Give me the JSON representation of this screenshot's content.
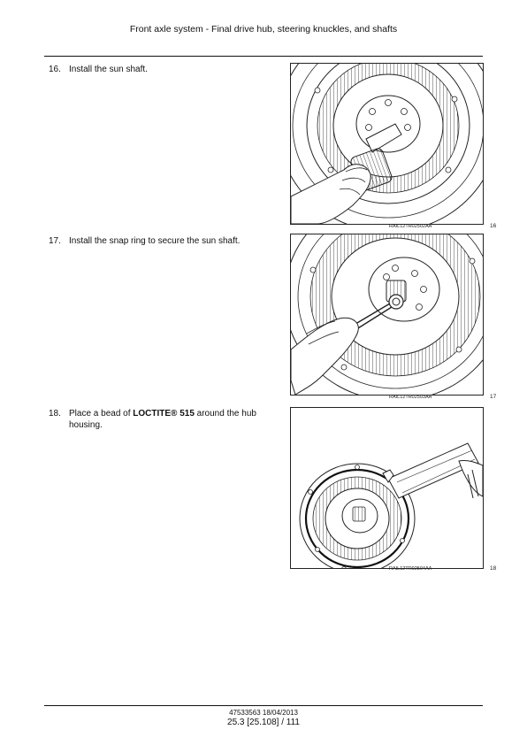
{
  "header": {
    "title": "Front axle system - Final drive hub, steering knuckles, and shafts"
  },
  "steps": [
    {
      "number": "16.",
      "text": "Install the sun shaft."
    },
    {
      "number": "17.",
      "text": "Install the snap ring to secure the sun shaft."
    },
    {
      "number": "18.",
      "text_before": "Place a bead of ",
      "product": "LOCTITE® 515",
      "text_after": " around the hub housing."
    }
  ],
  "figures": [
    {
      "code": "RAIL12TR02502AA",
      "number": "16"
    },
    {
      "code": "RAIL12TR02503AA",
      "number": "17"
    },
    {
      "code": "RAIL12TR02504AA",
      "number": "18"
    }
  ],
  "footer": {
    "doc": "47533563 18/04/2013",
    "page": "25.3 [25.108] / 111"
  }
}
